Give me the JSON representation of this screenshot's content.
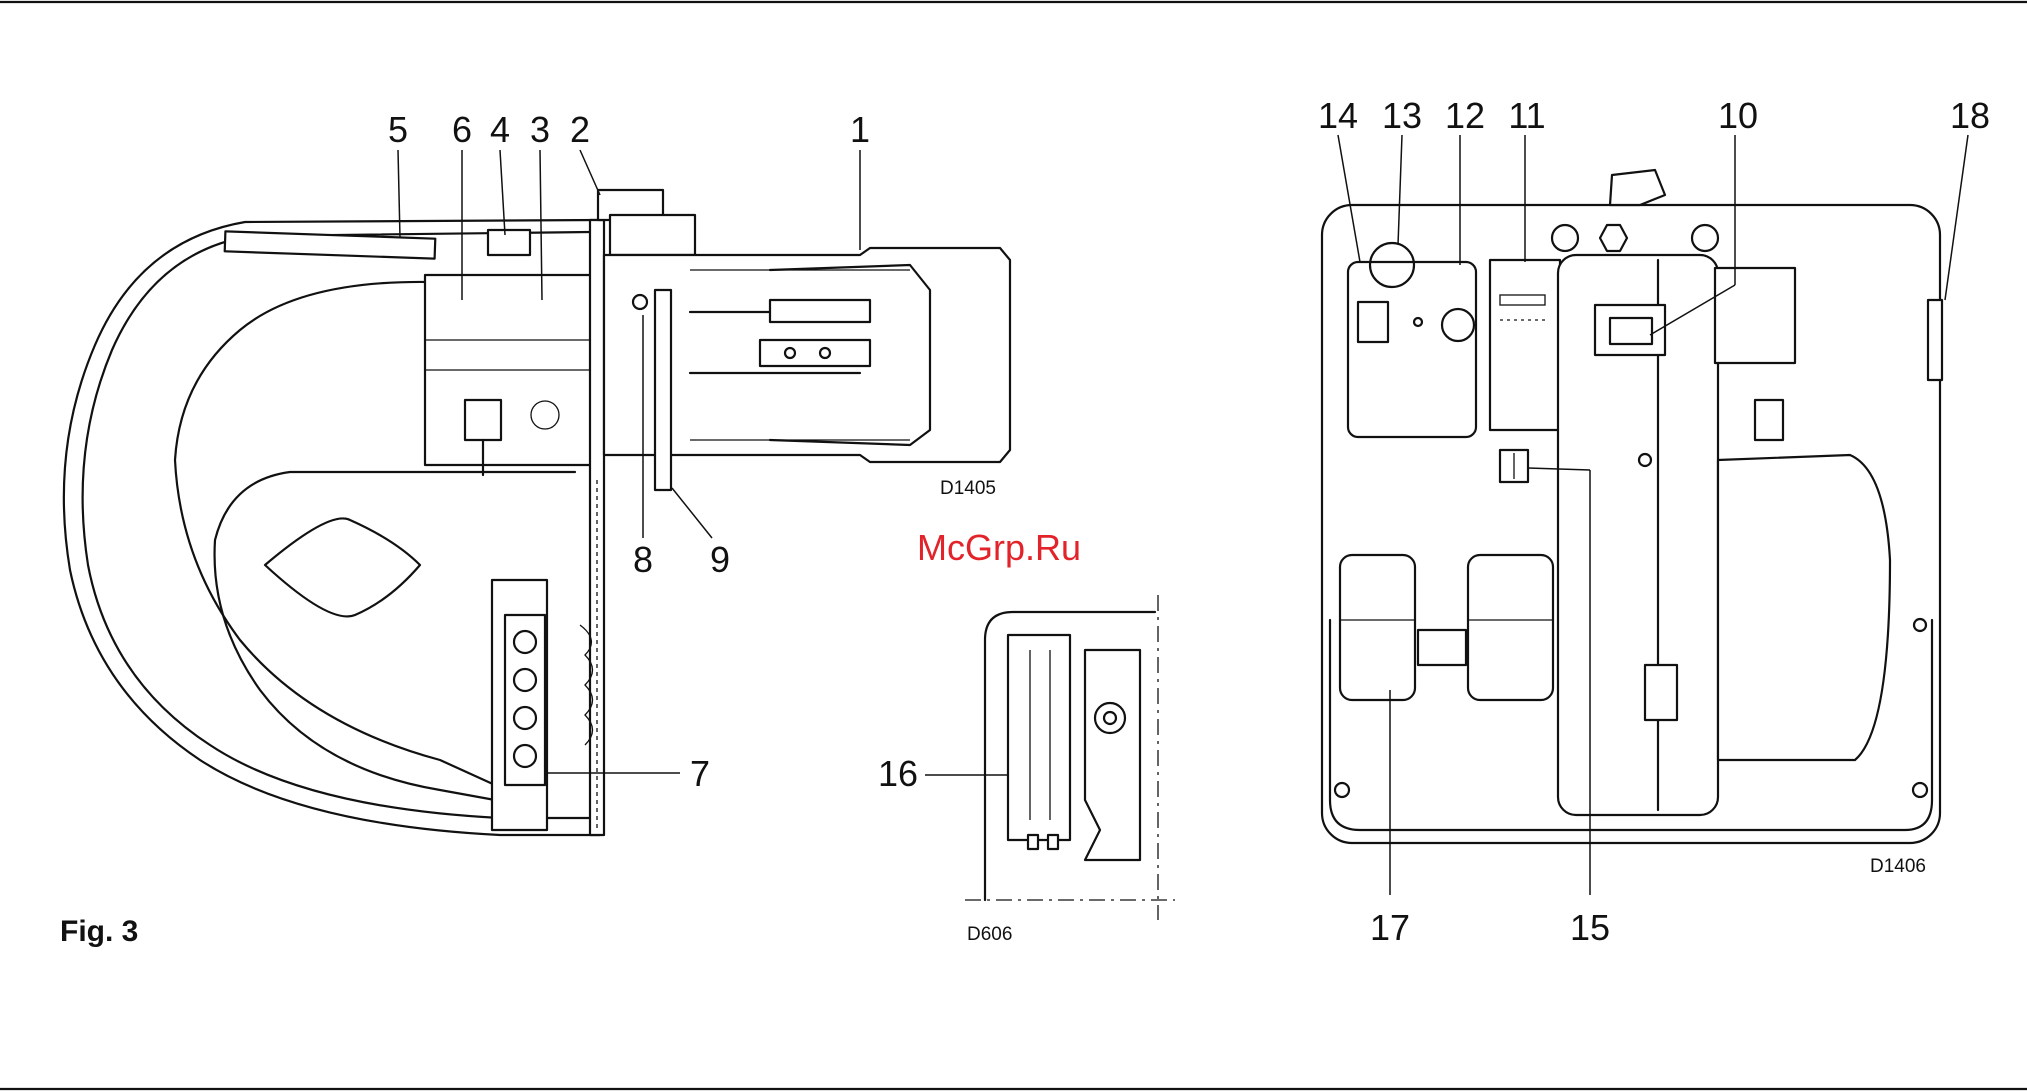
{
  "figure": {
    "caption": "Fig. 3",
    "watermark": "McGrp.Ru",
    "drawing_codes": {
      "left": "D1405",
      "inset": "D606",
      "right": "D1406"
    },
    "callouts_left": [
      "1",
      "2",
      "3",
      "4",
      "5",
      "6",
      "7",
      "8",
      "9"
    ],
    "callouts_inset": [
      "16"
    ],
    "callouts_right": [
      "10",
      "11",
      "12",
      "13",
      "14",
      "15",
      "17",
      "18"
    ]
  },
  "colors": {
    "line": "#111111",
    "watermark": "#e2232a",
    "background": "#ffffff"
  }
}
